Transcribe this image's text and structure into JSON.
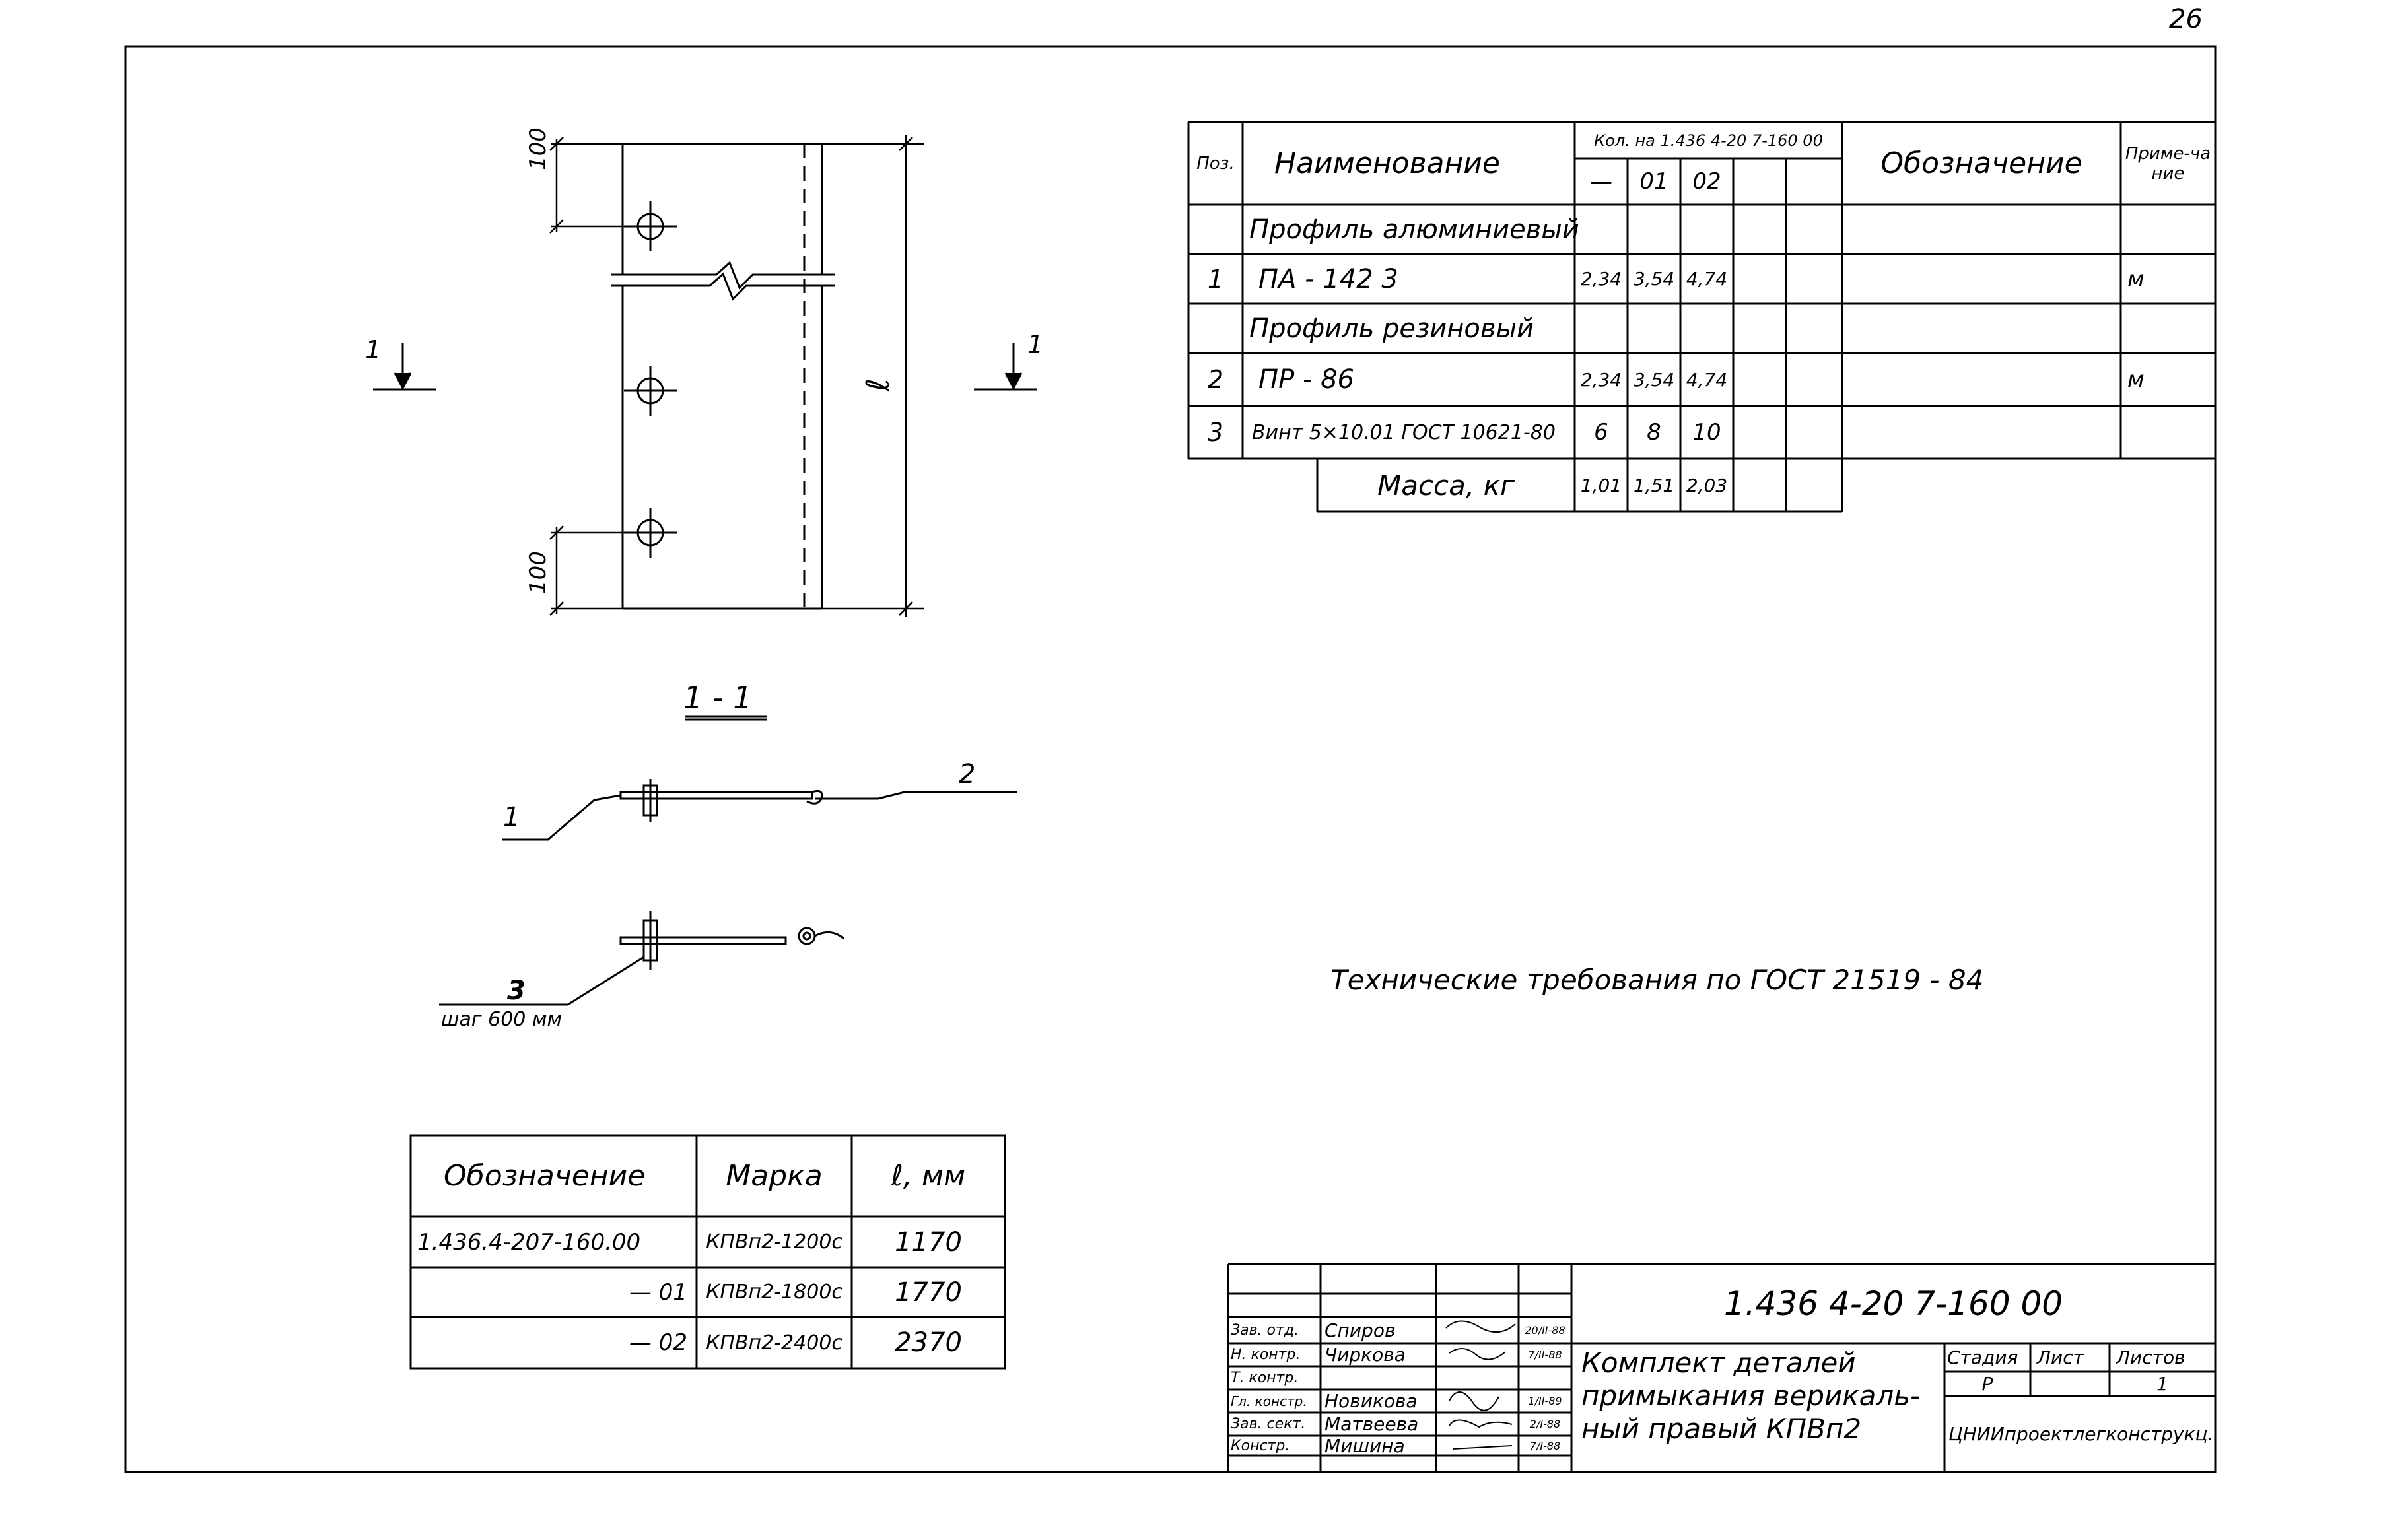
{
  "sheet_number": "26",
  "section_label": "1 - 1",
  "section_marks": {
    "left": "1",
    "right": "1"
  },
  "part_dims": {
    "top": "100",
    "bottom": "100",
    "length": "ℓ"
  },
  "callouts": {
    "c1": "1",
    "c2": "2",
    "c3": "3",
    "c3_note": "шаг 600 мм"
  },
  "spec_table": {
    "headers": {
      "pos": "Поз.",
      "name": "Наименование",
      "qty_group": "Кол. на 1.436 4-20 7-160 00",
      "qty_cols": [
        "—",
        "01",
        "02"
      ],
      "designation": "Обозначение",
      "note": "Приме-чание"
    },
    "rows": [
      {
        "pos": "",
        "name": "Профиль алюминиевый",
        "q": [
          "",
          "",
          ""
        ],
        "designation": "",
        "note": ""
      },
      {
        "pos": "1",
        "name": "ПА - 142 3",
        "q": [
          "2,34",
          "3,54",
          "4,74"
        ],
        "designation": "",
        "note": "м"
      },
      {
        "pos": "",
        "name": "Профиль резиновый",
        "q": [
          "",
          "",
          ""
        ],
        "designation": "",
        "note": ""
      },
      {
        "pos": "2",
        "name": "ПР - 86",
        "q": [
          "2,34",
          "3,54",
          "4,74"
        ],
        "designation": "",
        "note": "м"
      },
      {
        "pos": "3",
        "name": "Винт 5×10.01 ГОСТ 10621-80",
        "q": [
          "6",
          "8",
          "10"
        ],
        "designation": "",
        "note": ""
      }
    ],
    "mass": {
      "label": "Масса, кг",
      "q": [
        "1,01",
        "1,51",
        "2,03"
      ]
    }
  },
  "tech_requirements": "Технические требования по ГОСТ 21519 - 84",
  "variants_table": {
    "headers": [
      "Обозначение",
      "Марка",
      "ℓ, мм"
    ],
    "rows": [
      [
        "1.436.4-207-160.00",
        "КПВп2-1200с",
        "1170"
      ],
      [
        "— 01",
        "КПВп2-1800с",
        "1770"
      ],
      [
        "— 02",
        "КПВп2-2400с",
        "2370"
      ]
    ]
  },
  "title_block": {
    "doc_code": "1.436 4-20 7-160 00",
    "title_lines": [
      "Комплект деталей",
      "примыкания верикаль-",
      "ный правый КПВп2"
    ],
    "stage_label": "Стадия",
    "sheet_label": "Лист",
    "sheets_label": "Листов",
    "stage_value": "Р",
    "sheet_value": "",
    "sheets_value": "1",
    "organization": "ЦНИИпроектлегконструкц.",
    "people": [
      {
        "role": "Зав. отд.",
        "name": "Спиров",
        "date": "20/II-88"
      },
      {
        "role": "Н. контр.",
        "name": "Чиркова",
        "date": "7/II-88"
      },
      {
        "role": "Т. контр.",
        "name": "",
        "date": ""
      },
      {
        "role": "Гл. констр.",
        "name": "Новикова",
        "date": "1/II-89"
      },
      {
        "role": "Зав. сект.",
        "name": "Матвеева",
        "date": "2/I-88"
      },
      {
        "role": "Констр.",
        "name": "Мишина",
        "date": "7/I-88"
      }
    ]
  }
}
